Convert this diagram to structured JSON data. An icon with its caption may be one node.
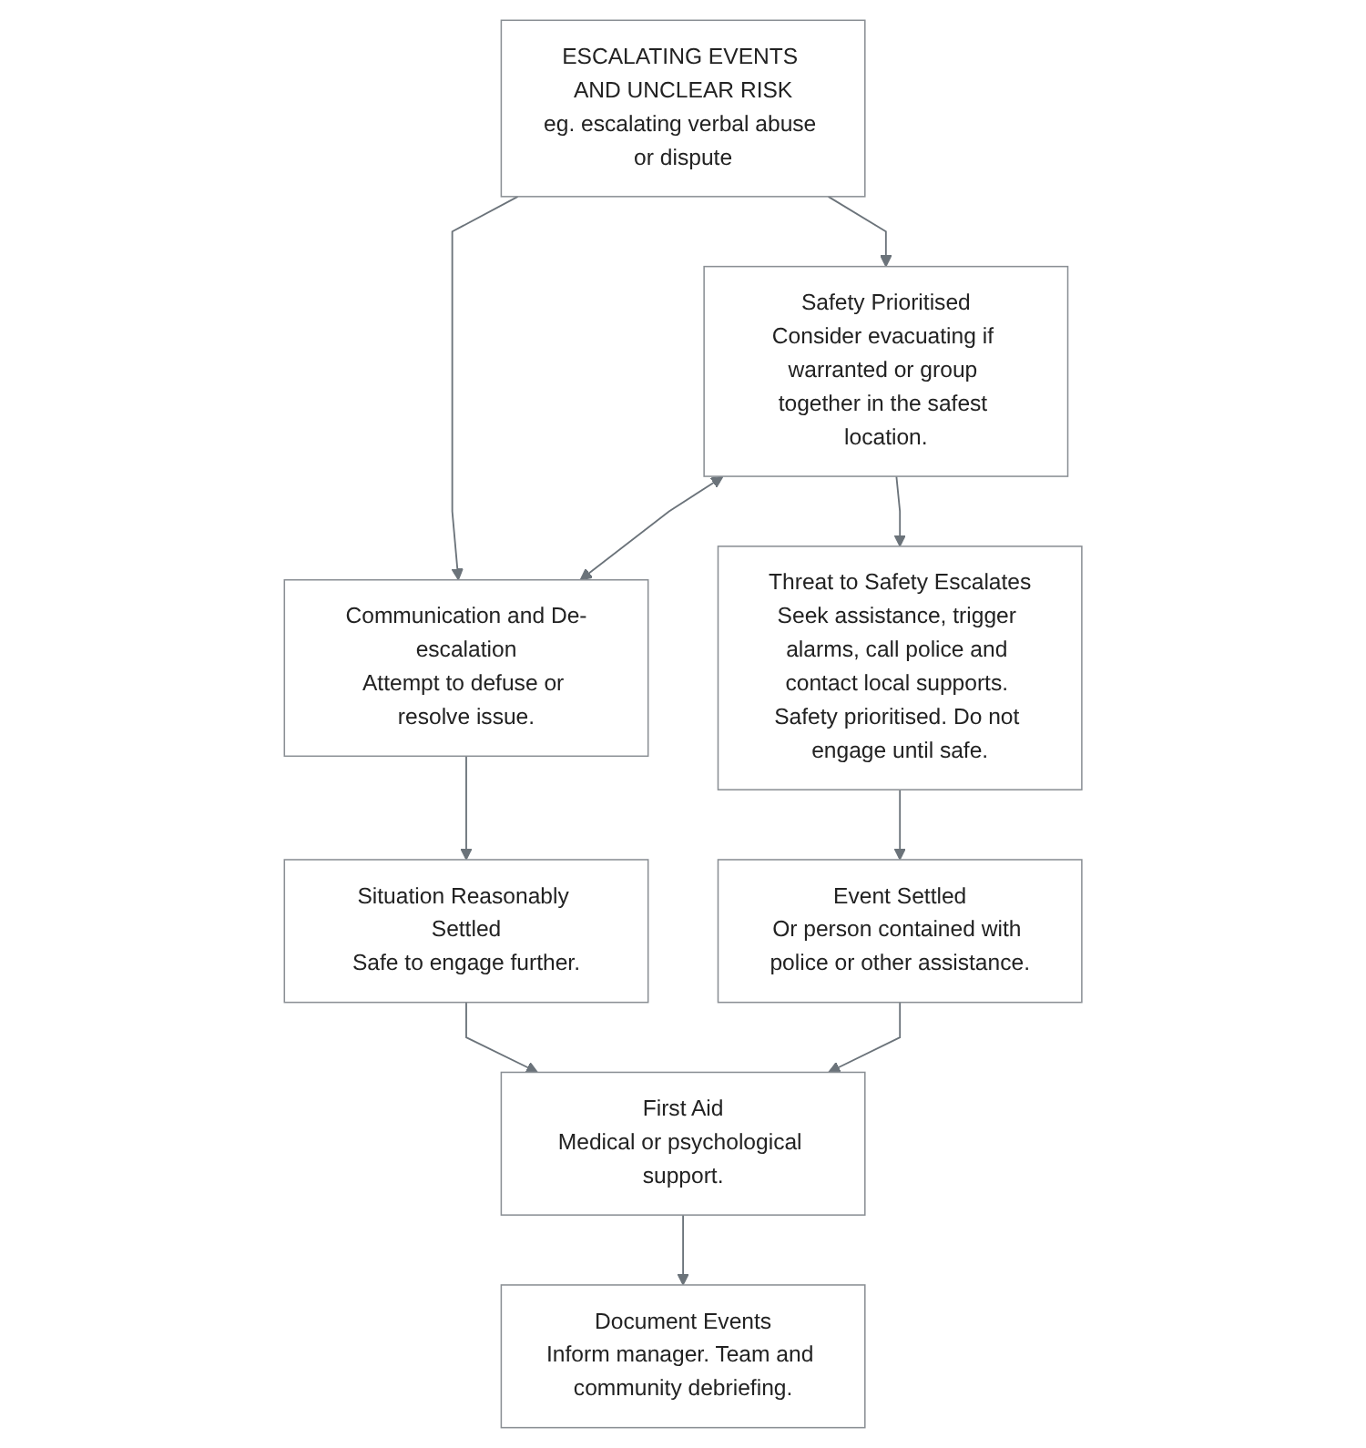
{
  "diagram": {
    "nodes": [
      {
        "text": [
          "ESCALATING EVENTS AND UNCLEAR RISK",
          "eg. escalating verbal abuse or dispute"
        ]
      },
      {
        "text": [
          "Safety Prioritised",
          "Consider evacuating if warranted or group together in the safest location."
        ]
      },
      {
        "text": [
          "Communication and De-escalation",
          "Attempt to defuse or resolve issue."
        ]
      },
      {
        "text": [
          "Threat to Safety Escalates",
          "Seek assistance, trigger alarms, call police and contact local supports. Safety prioritised. Do not engage until safe."
        ]
      },
      {
        "text": [
          "Situation Reasonably Settled",
          "Safe to engage further."
        ]
      },
      {
        "text": [
          "Event Settled",
          "Or person contained with police or other assistance."
        ]
      },
      {
        "text": [
          "First Aid",
          "Medical or psychological support."
        ]
      },
      {
        "text": [
          "Document Events",
          "Inform manager. Team and community debriefing."
        ]
      }
    ],
    "edges": [
      {
        "from": 0,
        "to": 1,
        "arrow": "to"
      },
      {
        "from": 0,
        "to": 2,
        "arrow": "to"
      },
      {
        "from": 1,
        "to": 2,
        "arrow": "both"
      },
      {
        "from": 1,
        "to": 3,
        "arrow": "to"
      },
      {
        "from": 2,
        "to": 4,
        "arrow": "to"
      },
      {
        "from": 4,
        "to": 6,
        "arrow": "to"
      },
      {
        "from": 3,
        "to": 5,
        "arrow": "to"
      },
      {
        "from": 5,
        "to": 6,
        "arrow": "to"
      },
      {
        "from": 6,
        "to": 7,
        "arrow": "to"
      }
    ]
  }
}
